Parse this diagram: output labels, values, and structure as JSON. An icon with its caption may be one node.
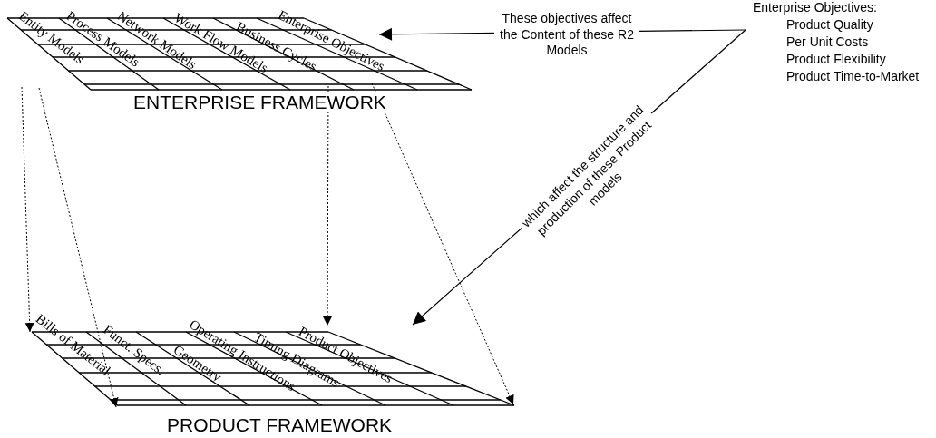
{
  "diagram": {
    "nodes": [
      {
        "text": [
          "Entity Models",
          "Process Models",
          "Network Models",
          "Work Flow Models",
          "Business Cycles",
          "Enterprise Objectives",
          "ENTERPRISE FRAMEWORK"
        ]
      },
      {
        "text": [
          "Bills of Material",
          "Funct. Specs.",
          "Geometry",
          "Operating Instructions",
          "Timing Diagrams",
          "Product Objectives",
          "PRODUCT FRAMEWORK"
        ]
      },
      {
        "text": [
          "Enterprise Objectives:",
          "Product Quality",
          "Per Unit Costs",
          "Product Flexibility",
          "Product Time-to-Market"
        ]
      }
    ],
    "edges": [
      {
        "from": 0,
        "to": 1,
        "arrow": "to",
        "style": "dashed"
      },
      {
        "from": 0,
        "to": 1,
        "arrow": "to",
        "style": "dashed"
      },
      {
        "from": 0,
        "to": 1,
        "arrow": "to",
        "style": "dashed"
      },
      {
        "from": 0,
        "to": 1,
        "arrow": "to",
        "style": "dashed"
      },
      {
        "from": 2,
        "to": 0,
        "arrow": "to",
        "label": "These objectives affect the Content of these R2 Models"
      },
      {
        "from": 2,
        "to": 1,
        "arrow": "to",
        "label": "which affect the structure and production of these Product models"
      }
    ]
  }
}
